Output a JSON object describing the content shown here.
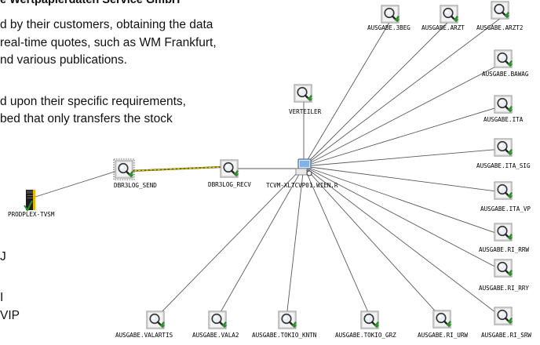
{
  "text_fragments": [
    "e Wertpapierdaten Service GmbH",
    "d by their customers, obtaining the data",
    " real-time quotes, such as WM Frankfurt,",
    "nd various publications.",
    "d upon their specific requirements,",
    "bed that only transfers the stock",
    "J",
    "I",
    "VIP"
  ],
  "nodes": {
    "hub": "TCVM-XLTCVP01.WIEN.R",
    "prodplex": "PRODPLEX-TVSM",
    "dbr3log_send": "DBR3LOG_SEND",
    "dbr3log_recv": "DBR3LOG_RECV",
    "verteiler": "VERTEILER",
    "ausgabe_3beg": "AUSGABE.3BEG",
    "ausgabe_arzt": "AUSGABE.ARZT",
    "ausgabe_arzt2": "AUSGABE.ARZT2",
    "ausgabe_bawag": "AUSGABE.BAWAG",
    "ausgabe_ita": "AUSGABE.ITA",
    "ausgabe_ita_sig": "AUSGABE.ITA_SIG",
    "ausgabe_ita_vp": "AUSGABE.ITA_VP",
    "ausgabe_ri_rrw": "AUSGABE.RI_RRW",
    "ausgabe_ri_rry": "AUSGABE.RI_RRY",
    "ausgabe_ri_srw": "AUSGABE.RI_SRW",
    "ausgabe_ri_urw": "AUSGABE.RI_URW",
    "ausgabe_tokio_grz": "AUSGABE.TOKIO_GRZ",
    "ausgabe_tokio_kntn": "AUSGABE.TOKIO_KNTN",
    "ausgabe_vala2": "AUSGABE.VALA2",
    "ausgabe_valartis": "AUSGABE.VALARTIS"
  },
  "icons": {
    "queue": "magnifier-queue-icon",
    "server": "server-tower-icon",
    "hub": "computer-hub-icon"
  },
  "colors": {
    "edge": "#5a5a5a",
    "link_highlight": "#e6c619",
    "icon_accent": "#2e8b2e"
  }
}
